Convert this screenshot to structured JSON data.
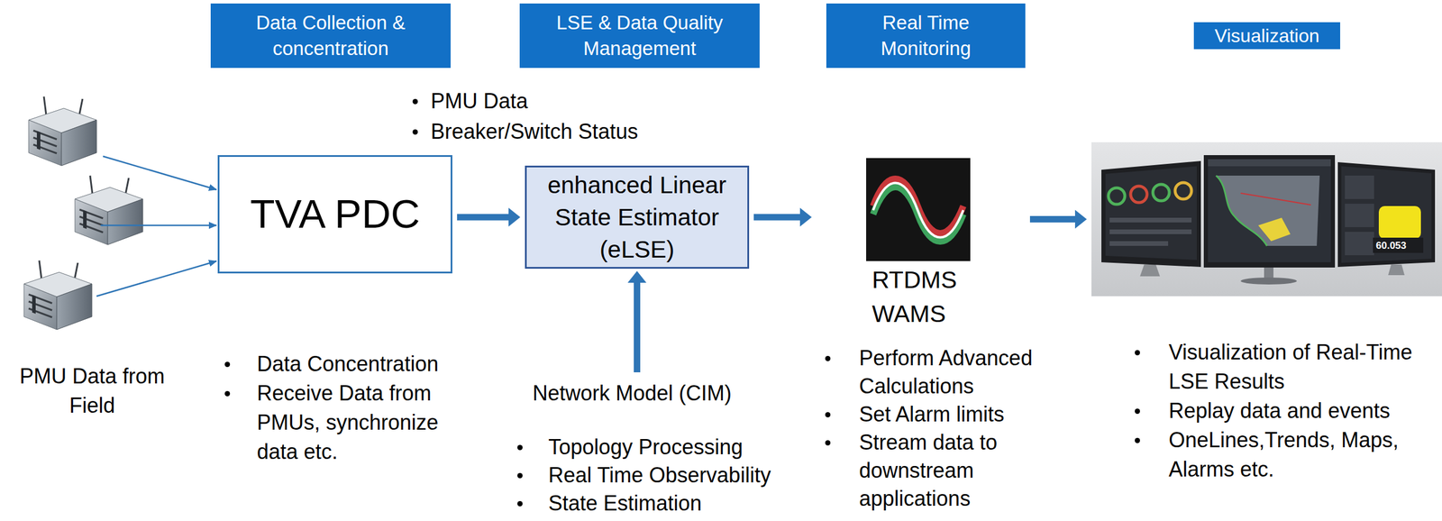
{
  "diagram": {
    "nodes": [
      {
        "text": [
          "Data Collection & concentration"
        ]
      },
      {
        "text": [
          "LSE & Data Quality Management"
        ]
      },
      {
        "text": [
          "Real Time Monitoring"
        ]
      },
      {
        "text": [
          "Visualization"
        ]
      },
      {
        "text": [
          "TVA PDC"
        ]
      },
      {
        "text": [
          "enhanced Linear State Estimator (eLSE)"
        ]
      },
      {
        "text": [
          "RTDMS WAMS"
        ]
      },
      {
        "text": [
          "60.053"
        ]
      },
      {
        "text": [
          "Network Model (CIM)"
        ]
      }
    ],
    "edges": [
      {
        "from": 4,
        "to": 5,
        "arrow": "to"
      },
      {
        "from": 8,
        "to": 5,
        "arrow": "to"
      },
      {
        "from": 5,
        "to": 6,
        "arrow": "to"
      },
      {
        "from": 6,
        "to": 7,
        "arrow": "to"
      }
    ],
    "labels": [
      "PMU Data from Field",
      "PMU Data",
      "Breaker/Switch Status",
      "Data Concentration",
      "Receive Data from PMUs, synchronize data etc.",
      "Topology Processing",
      "Real Time Observability",
      "State Estimation",
      "Perform Advanced Calculations",
      "Set Alarm limits",
      "Stream data to downstream applications",
      "Visualization of Real-Time LSE Results",
      "Replay data and events",
      "OneLines,Trends, Maps, Alarms etc."
    ]
  }
}
